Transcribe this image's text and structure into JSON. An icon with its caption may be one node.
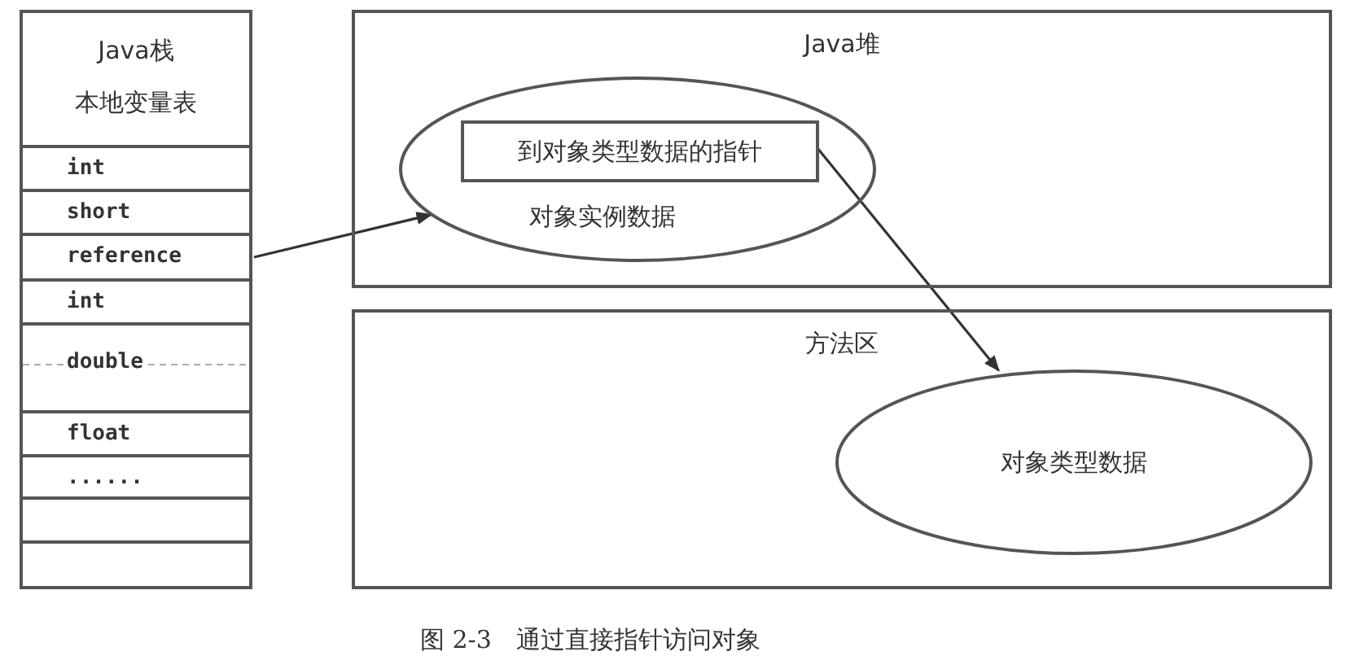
{
  "diagram": {
    "caption": "图 2-3　通过直接指针访问对象",
    "nodes": [
      {
        "text": [
          "Java栈",
          "本地变量表"
        ]
      },
      {
        "text": [
          "int"
        ]
      },
      {
        "text": [
          "short"
        ]
      },
      {
        "text": [
          "reference"
        ]
      },
      {
        "text": [
          "int"
        ]
      },
      {
        "text": [
          "double"
        ]
      },
      {
        "text": [
          "float"
        ]
      },
      {
        "text": [
          "......"
        ]
      },
      {
        "text": [],
        "shape": "box"
      },
      {
        "text": [],
        "shape": "box"
      },
      {
        "text": [
          "Java堆"
        ]
      },
      {
        "text": [
          "对象实例数据"
        ],
        "in": 10
      },
      {
        "text": [
          "到对象类型数据的指针"
        ],
        "in": 11
      },
      {
        "text": [
          "方法区"
        ]
      },
      {
        "text": [
          "对象类型数据"
        ],
        "in": 13
      }
    ],
    "edges": [
      {
        "from": 3,
        "to": 11,
        "arrow": "to"
      },
      {
        "from": 12,
        "to": 14,
        "arrow": "to"
      }
    ]
  }
}
